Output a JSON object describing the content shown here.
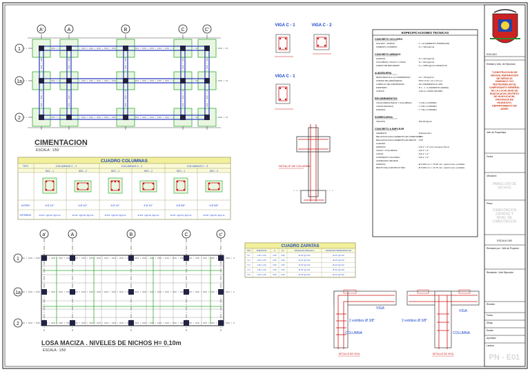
{
  "plans": {
    "cimentacion": {
      "title": "CIMENTACION",
      "scale": "ESCALA : 1/50",
      "axes_x": [
        "A'",
        "A",
        "B",
        "C",
        "C'"
      ],
      "axes_y": [
        "1",
        "1a",
        "2"
      ]
    },
    "losa": {
      "title": "LOSA MACIZA . NIVELES DE NICHOS H= 0.10m",
      "scale": "ESCALA : 1/50",
      "axes_x": [
        "a'",
        "A",
        "B",
        "C",
        "c'"
      ],
      "axes_y": [
        "1",
        "1a",
        "2"
      ]
    }
  },
  "beam_sections": [
    {
      "title": "VIGA C - 1"
    },
    {
      "title": "VIGA C - 2"
    },
    {
      "title": "VIGA C - 1"
    }
  ],
  "detail_labels": {
    "column_detail": "DETALLE DE COLUMNA",
    "viga": "VIGA",
    "columna": "COLUMNA",
    "estribos_1": "2 estribos Ø 3/8\"",
    "estribos_2": "2 estribos Ø 3/8\"",
    "detalle_1": "DETALLE DE VIGA",
    "detalle_2": "DETALLE DE VIGA"
  },
  "cuadro_columnas": {
    "title": "CUADRO COLUMNAS",
    "groups": [
      "COLUMNAS C - 1",
      "COLUMNAS C - 2",
      "COLUMNAS C - 3"
    ],
    "subcols": [
      "SEC - 1",
      "SEC - 2",
      "SEC - 1",
      "SEC - 2",
      "SEC - 1",
      "SEC - 2"
    ],
    "row_labels": [
      "TIPO",
      "ACERO",
      "ESTRIBOS"
    ],
    "acero": [
      "6 Ø 1/2\"",
      "6 Ø 1/2\"",
      "8 Ø 1/2\"",
      "8 Ø 1/2\"",
      "6 Ø 5/8\"",
      "6 Ø 5/8\""
    ],
    "estribos": [
      "Ø 3/8\": 1@0.05, 5@0.10",
      "Ø 3/8\": 1@0.05, 5@0.10",
      "Ø 3/8\": 1@0.05, 5@0.10",
      "Ø 3/8\": 1@0.05, 5@0.10",
      "Ø 3/8\": 1@0.05, 5@0.10",
      "Ø 3/8\": 1@0.05, 5@0.10"
    ]
  },
  "cuadro_zapatas": {
    "title": "CUADRO ZAPATAS",
    "headers": [
      "TIPO",
      "DIMENSION",
      "H",
      "Hz",
      "ARMADURA PARALELA",
      "ARMADURA PERPENDICULAR"
    ],
    "rows": [
      [
        "Z-1",
        "1.20 x 1.20",
        "0.50",
        "0.60",
        "Ø 1/2\" @ 0.20",
        "Ø 1/2\" @ 0.20"
      ],
      [
        "Z-2",
        "1.00 x 1.00",
        "0.50",
        "0.60",
        "Ø 1/2\" @ 0.20",
        "Ø 1/2\" @ 0.20"
      ],
      [
        "Z-3",
        "1.00 x 1.20",
        "0.50",
        "0.60",
        "Ø 1/2\" @ 0.20",
        "Ø 1/2\" @ 0.20"
      ],
      [
        "Z-4",
        "1.20 x 1.40",
        "0.50",
        "0.60",
        "Ø 1/2\" @ 0.20",
        "Ø 1/2\" @ 0.20"
      ],
      [
        "Z-5",
        "1.40 x 1.40",
        "0.50",
        "0.60",
        "Ø 1/2\" @ 0.20",
        "Ø 1/2\" @ 0.20"
      ]
    ]
  },
  "specs": {
    "title": "ESPECIFICACIONES TECNICAS",
    "sections": [
      {
        "heading": "CONCRETO CICLOPEO",
        "lines": [
          {
            "k": "SOLADO - ZAPATA",
            "v": ": 1 : 12 (CEMENTO-HORMIGON)"
          },
          {
            "k": "CIMIENTO CORRIDO",
            "v": ": f'c = 100 kg/cm2"
          }
        ]
      },
      {
        "heading": "CONCRETO ARMADO",
        "lines": [
          {
            "k": "ZAPATAS",
            "v": ": f'c = 210 kg/cm2"
          },
          {
            "k": "COLUMNAS, VIGAS Y LOSAS",
            "v": ": f'c = 210 kg/cm2"
          },
          {
            "k": "ACERO DE REFUERZO",
            "v": ": f'y = 4200 kg/cm2 GRADO 60"
          }
        ]
      },
      {
        "heading": "ALBAÑILERIA",
        "lines": [
          {
            "k": "RESISTENCIA A LA COMPRESION",
            "v": ": f'm = 45 kg/cm2"
          },
          {
            "k": "UNIDAD DE ALBAÑILERIA",
            "v": ": TIPO IV (9 x 13 x 24 cm)"
          },
          {
            "k": "LADRILLO DE ALBAÑILERIA",
            "v": ": KK CORRIENTE AL 30%"
          },
          {
            "k": "MORTERO",
            "v": ": P-1 : 1 : 4 (CEMENTO-ARENA)"
          },
          {
            "k": "JUNTAS",
            "v": ": 1.50 cm COMO MAXIMO"
          }
        ]
      },
      {
        "heading": "RECUBRIMIENTOS",
        "lines": [
          {
            "k": "VIGAS PERALTADAS Y COLUMNAS",
            "v": ": = 4.00 cm MINIMO"
          },
          {
            "k": "LOSAS MACIZAS",
            "v": ": = 2.50 cm MINIMO"
          },
          {
            "k": "ZAPATAS",
            "v": ": = 7.50 cm MINIMO"
          }
        ]
      },
      {
        "heading": "SOBRECARGA",
        "lines": [
          {
            "k": "TECHOS",
            "v": ": 100.00 kg/m2"
          }
        ]
      },
      {
        "heading": "CONCRETO A EMPLEAR",
        "lines": [
          {
            "k": "CEMENTO",
            "v": ": Portland tipo I"
          },
          {
            "k": "RELACION AGUA-CEMENTO EN CIMIENTOS",
            "v": ": 0.55"
          },
          {
            "k": "RELACION AGUA-CEMENTO EN RESTO",
            "v": ": 0.55"
          },
          {
            "k": "CURADO",
            "v": ""
          },
          {
            "k": "ZAPATAS",
            "v": ": 4 Ø 1\" x 3\" (con Cemento Tipo I)"
          },
          {
            "k": "VIGAS Y COLUMNAS",
            "v": ": 4 Ø 1\" x 4\""
          },
          {
            "k": "LOSAS",
            "v": ": 4 Ø 1\" x 2\""
          },
          {
            "k": "CONCRETO CICLOPEO",
            "v": ": 4 Ø 1\" x 2\""
          },
          {
            "k": "AGREGADO GRUESO",
            "v": ""
          },
          {
            "k": "ZAPATAS",
            "v": ": Ø 0.025 mm = 75.00 mm. maximo tam. probable"
          },
          {
            "k": "RESTO DE LA ESTRUCTURA",
            "v": ": Ø 0.025 mm = 12.70 mm. maximo tam. probable"
          }
        ]
      }
    ]
  },
  "title_block": {
    "label_escudo": "ESCUDO",
    "label_entity": "Entidad y Ubic. de Ejecutora",
    "project": "\"CONSTRUCCION DE NICHOS, REPARACION DE SERVICIO HIGIENICO Y/O VESTIDORES EN EL CAMPOSANTO GENERAL DE LA LOCALIDAD DE HUAYUCACHI, DISTRITO DE HUAYUCACHI, PROVINCIA DE HUANCAYO, DEPARTAMENTO DE JUNIN\"",
    "label_jefe": "Jefe de Proyectista",
    "label_fecha": "Fecha",
    "label_ubicacion": "Ubicación",
    "ubicacion": "PABELLON DE NICHOS",
    "label_plano": "Plano",
    "plano": "CIMENTACION ZAPATAS Y NIVEL DE CIMENTACION",
    "escala": "ESCALA 1/50",
    "label_revision": "Revisado por / Jefe de Proyecto",
    "label_residente": "Residente / Jefe Ejecución",
    "small_rows": [
      "Revisión",
      "Fecha",
      "Dibujo",
      "Escala",
      "Aprobado"
    ],
    "label_lamina": "Lámina",
    "lamina": "PN - E01"
  },
  "colors": {
    "beam": "#2233bb",
    "rebar": "#cc1111",
    "footing": "#33aa33",
    "annotation": "#1a44cc",
    "table_header": "#f2f09a"
  }
}
